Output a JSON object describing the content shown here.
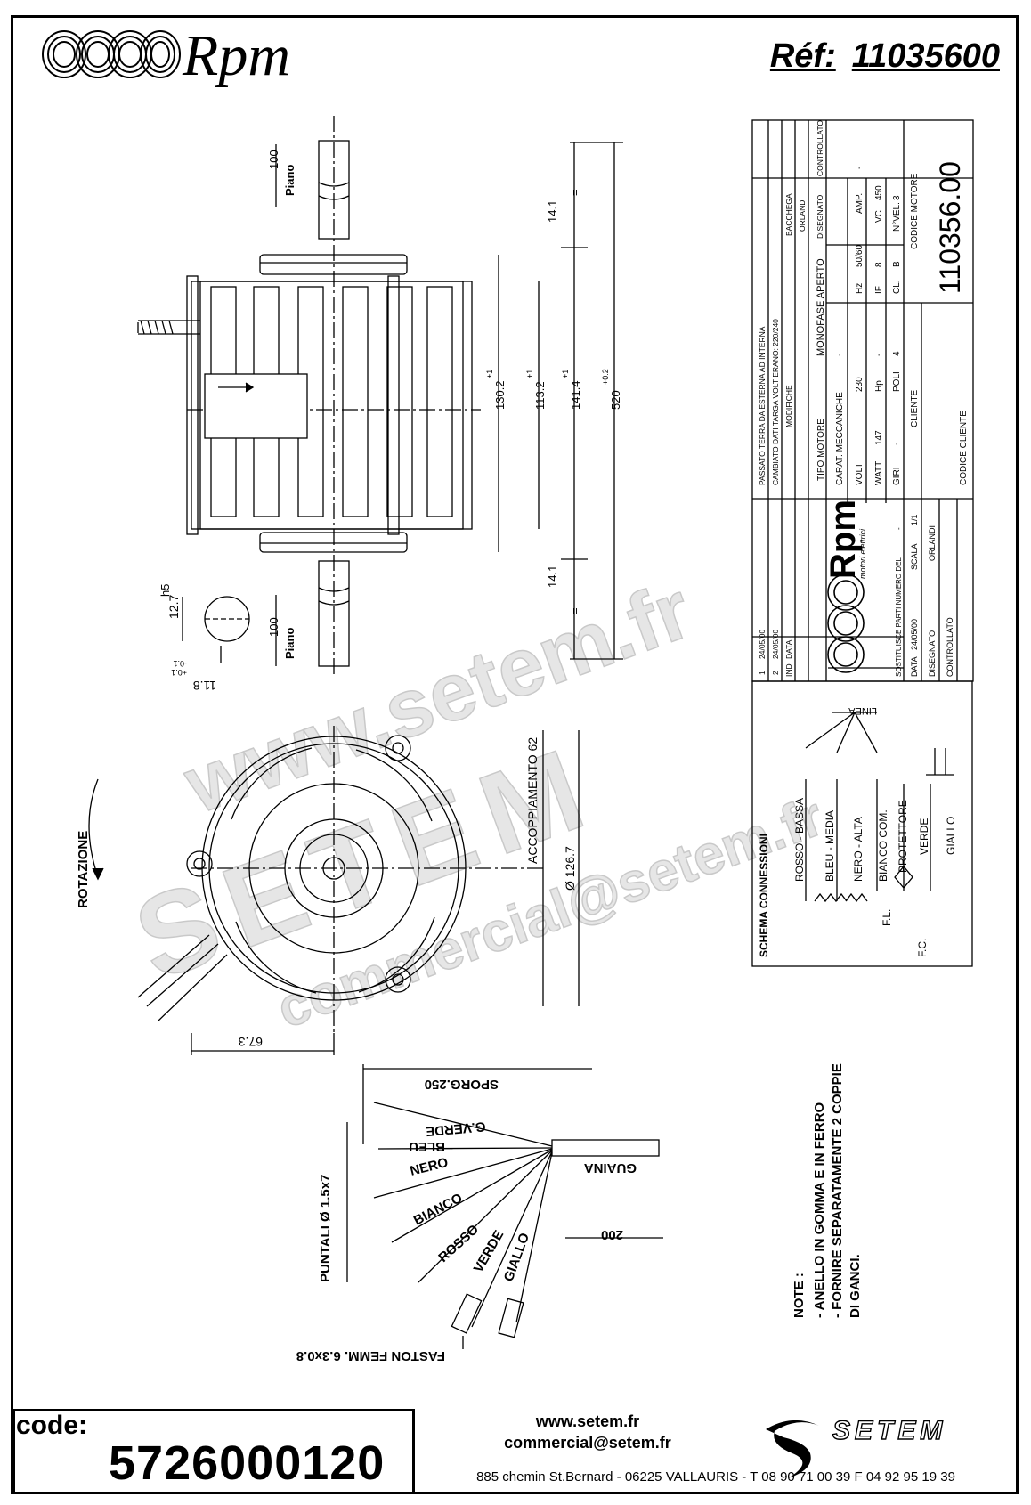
{
  "header": {
    "brand": "Rpm",
    "ref_label": "Réf:",
    "ref_number": "11035600"
  },
  "drawing": {
    "plano_label": "Piano",
    "dim_100": "100",
    "dim_14_1": "14.1",
    "equal_sign": "=",
    "dim_130_2": "130.2",
    "dim_113_2": "113.2",
    "dim_141_4": "141.4",
    "dim_520": "520",
    "tol_plus1": "+1",
    "tol_520": "+0.2",
    "shaft_h5": "h5",
    "shaft_12_7": "12.7",
    "shaft_11_8": "11.8",
    "shaft_tol_a": "-0.1",
    "shaft_tol_b": "+0.1",
    "rotation": "ROTAZIONE",
    "coupling": "ACCOPPIAMENTO 62",
    "diameter": "Ø 126.7",
    "dim_67_3": "67.3"
  },
  "title_block": {
    "revisions": [
      {
        "ind": "2",
        "date": "24/05/00",
        "text": "CAMBIATO DATI TARGA VOLT ERANO: 220/240"
      },
      {
        "ind": "1",
        "date": "24/05/00",
        "text": "PASSATO TERRA DA ESTERNA AD INTERNA"
      }
    ],
    "rev_head": {
      "ind": "IND",
      "data": "DATA",
      "modifiche": "MODIFICHE"
    },
    "sign_names": [
      "BACCHEGA",
      "ORLANDI"
    ],
    "sign_roles": [
      "DISEGNATO",
      "CONTROLLATO"
    ],
    "tipo_motore_label": "TIPO MOTORE",
    "tipo_motore": "MONOFASE APERTO",
    "carat_mecc_label": "CARAT. MECCANICHE",
    "carat_mecc": "-",
    "specs": [
      [
        "VOLT",
        "230",
        "Hz",
        "50/60",
        "AMP.",
        "-"
      ],
      [
        "WATT",
        "147",
        "Hp",
        "-",
        "IF",
        "8",
        "VC",
        "450"
      ],
      [
        "GIRI",
        "-",
        "POLI",
        "4",
        "CL.",
        "B",
        "N°VEL.",
        "3"
      ]
    ],
    "cliente_label": "CLIENTE",
    "codice_motore_label": "CODICE MOTORE",
    "codice_motore": "110356.00",
    "codice_cliente_label": "CODICE CLIENTE",
    "rpm_brand": "Rpm",
    "rpm_sub": "motori elettrici",
    "sostituisce": "SOSTITUISCE PARTI NUMERO DEL",
    "sostituisce_val": "-",
    "scala_label": "SCALA",
    "scala": "1/1",
    "data_label": "DATA",
    "data_val": "24/05/00",
    "disegnato_label": "DISEGNATO",
    "disegnato": "ORLANDI",
    "controllato_label": "CONTROLLATO"
  },
  "schema": {
    "title": "SCHEMA CONNESSIONI",
    "linea": "LINEA",
    "wires": [
      "ROSSO - BASSA",
      "BLEU - MEDIA",
      "NERO - ALTA",
      "BIANCO COM.",
      "PROTETTORE",
      "VERDE",
      "GIALLO"
    ],
    "fl": "F.L.",
    "fc": "F.C."
  },
  "cable": {
    "sporg": "SPORG.250",
    "wires": [
      "G.VERDE",
      "BLEU",
      "NERO",
      "BIANCO",
      "ROSSO",
      "VERDE",
      "GIALLO"
    ],
    "guaina": "GUAINA",
    "dim_200": "200",
    "puntali": "PUNTALI Ø 1.5x7",
    "faston": "FASTON FEMM. 6.3x0.8"
  },
  "notes": {
    "title": "NOTE :",
    "lines": [
      "- ANELLO IN GOMMA E IN FERRO",
      "- FORNIRE SEPARATAMENTE 2 COPPIE",
      "DI GANCI."
    ]
  },
  "watermark": {
    "line1": "www.setem.fr",
    "line2": "SETEM",
    "line3": "commercial@setem.fr"
  },
  "footer": {
    "code_label": "code:",
    "code_value": "5726000120",
    "website": "www.setem.fr",
    "email": "commercial@setem.fr",
    "address": "885 chemin St.Bernard  -  06225 VALLAURIS  -  T 08 90 71 00 39   F 04 92 95 19 39",
    "brand": "SETEM"
  }
}
